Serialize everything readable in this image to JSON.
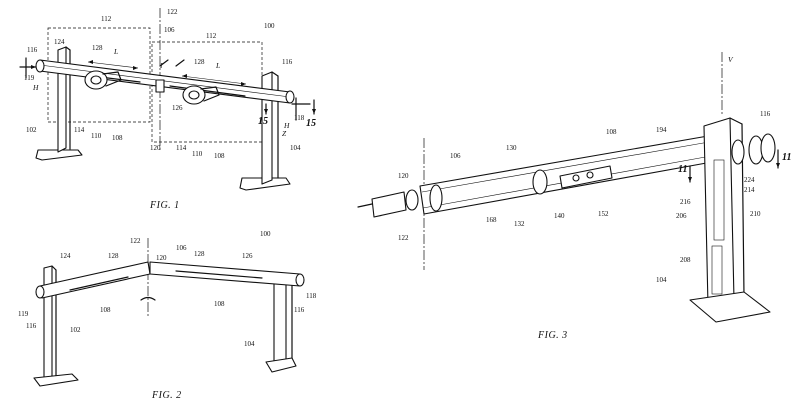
{
  "figures": {
    "fig1": {
      "caption": "FIG. 1",
      "labels": {
        "assembly": "100",
        "region_left": "112",
        "region_right": "112",
        "axis": "122",
        "beam": "106",
        "beam_end_left": "124",
        "slot_left": "128",
        "slot_right": "128",
        "length_left": "L",
        "length_right": "L",
        "end_cap_left": "116",
        "end_cap_right": "116",
        "height_left": "H",
        "height_right": "H",
        "cap_ref_left": "119",
        "leg_left": "102",
        "leg_right": "104",
        "arrow_A": "I",
        "disc_left": "114",
        "disc_right": "114",
        "hub_left": "110",
        "hub_right": "110",
        "rod_left": "108",
        "rod_right": "108",
        "center_joint": "126",
        "center_ref": "120",
        "depth_z": "Z",
        "end_ref_118": "118",
        "section_1": "15",
        "section_2": "15"
      }
    },
    "fig2": {
      "caption": "FIG. 2",
      "labels": {
        "assembly": "100",
        "axis": "122",
        "beam": "106",
        "joint": "120",
        "slot_a": "128",
        "slot_b": "128",
        "beam_left": "124",
        "beam_right": "126",
        "cap_ref": "119",
        "cap_left": "116",
        "cap_right": "116",
        "end_ref": "118",
        "rod_a": "108",
        "rod_b": "108",
        "leg_left": "102",
        "leg_right": "104"
      }
    },
    "fig3": {
      "caption": "FIG. 3",
      "labels": {
        "axis_v": "V",
        "cap": "116",
        "rod": "108",
        "beam": "106",
        "tube": "130",
        "part_194": "194",
        "cap_ref": "120",
        "axis": "122",
        "inner": "168",
        "ring": "132",
        "hub": "140",
        "body": "152",
        "section_11a": "11",
        "section_11b": "11",
        "part_224": "224",
        "part_214": "214",
        "part_216": "216",
        "part_206": "206",
        "part_210": "210",
        "part_208": "208",
        "leg": "104"
      }
    }
  }
}
